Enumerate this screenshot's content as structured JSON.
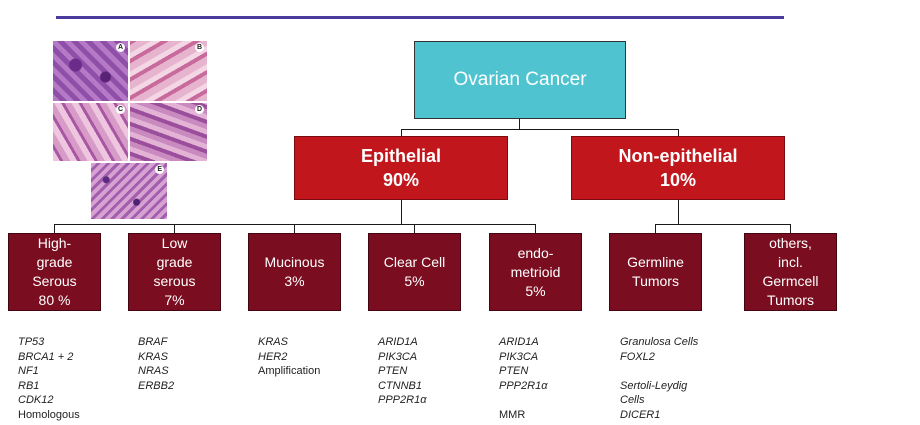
{
  "root": {
    "label": "Ovarian Cancer",
    "color": "#4fc3d0"
  },
  "level1": [
    {
      "lines": [
        "Epithelial",
        "90%"
      ],
      "color": "#c0161c"
    },
    {
      "lines": [
        "Non-epithelial",
        "10%"
      ],
      "color": "#c0161c"
    }
  ],
  "histology": {
    "labels": [
      "A",
      "B",
      "C",
      "D",
      "E"
    ]
  },
  "subtypes": [
    {
      "lines": [
        "High-",
        "grade",
        "Serous",
        "80 %"
      ]
    },
    {
      "lines": [
        "Low",
        "grade",
        "serous",
        "7%"
      ]
    },
    {
      "lines": [
        "Mucinous",
        "3%"
      ]
    },
    {
      "lines": [
        "Clear Cell",
        "5%"
      ]
    },
    {
      "lines": [
        "endo-",
        "metrioid",
        "5%"
      ]
    },
    {
      "lines": [
        "Germline",
        "Tumors"
      ]
    },
    {
      "lines": [
        "others,",
        "incl.",
        "Germcell",
        "Tumors"
      ]
    }
  ],
  "genes": [
    {
      "items": [
        {
          "t": "TP53",
          "i": true
        },
        {
          "t": "BRCA1 + 2",
          "i": true
        },
        {
          "t": "NF1",
          "i": true
        },
        {
          "t": "RB1",
          "i": true
        },
        {
          "t": "CDK12",
          "i": true
        },
        {
          "t": "Homologous",
          "i": false
        }
      ]
    },
    {
      "items": [
        {
          "t": "BRAF",
          "i": true
        },
        {
          "t": "KRAS",
          "i": true
        },
        {
          "t": "NRAS",
          "i": true
        },
        {
          "t": "ERBB2",
          "i": true
        }
      ]
    },
    {
      "items": [
        {
          "t": "KRAS",
          "i": true
        },
        {
          "t": "HER2",
          "i": true
        },
        {
          "t": "Amplification",
          "i": false
        }
      ]
    },
    {
      "items": [
        {
          "t": "ARID1A",
          "i": true
        },
        {
          "t": "PIK3CA",
          "i": true
        },
        {
          "t": "PTEN",
          "i": true
        },
        {
          "t": "CTNNB1",
          "i": true
        },
        {
          "t": "PPP2R1α",
          "i": true
        }
      ]
    },
    {
      "items": [
        {
          "t": "ARID1A",
          "i": true
        },
        {
          "t": "PIK3CA",
          "i": true
        },
        {
          "t": "PTEN",
          "i": true
        },
        {
          "t": "PPP2R1α",
          "i": true
        },
        {
          "t": "",
          "i": false
        },
        {
          "t": "MMR",
          "i": false
        }
      ]
    },
    {
      "items": [
        {
          "t": "Granulosa Cells",
          "i": true
        },
        {
          "t": "FOXL2",
          "i": true
        },
        {
          "t": "",
          "i": false
        },
        {
          "t": "Sertoli-Leydig",
          "i": true
        },
        {
          "t": "Cells",
          "i": true
        },
        {
          "t": "DICER1",
          "i": true
        }
      ]
    }
  ]
}
